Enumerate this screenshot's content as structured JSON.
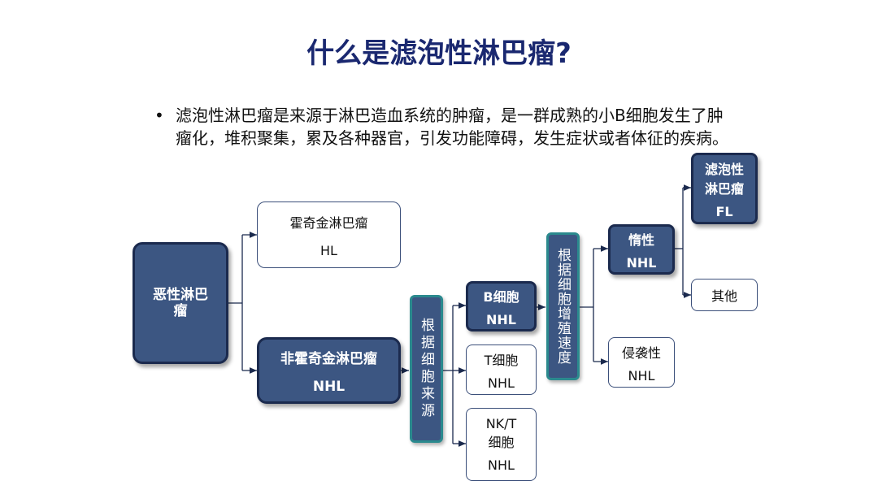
{
  "title": "什么是滤泡性淋巴瘤?",
  "bullet": {
    "symbol": "•",
    "text": "滤泡性淋巴瘤是来源于淋巴造血系统的肿瘤，是一群成熟的小B细胞发生了肿瘤化，堆积聚集，累及各种器官，引发功能障碍，发生症状或者体征的疾病。"
  },
  "nodes": {
    "malignant": {
      "line1": "恶性淋巴",
      "line2": "瘤"
    },
    "hodgkin": {
      "name": "霍奇金淋巴瘤",
      "abbr": "HL"
    },
    "nonhodgkin": {
      "name": "非霍奇金淋巴瘤",
      "abbr": "NHL"
    },
    "by_origin": "根据细胞来源",
    "b_cell": {
      "name": "B细胞",
      "abbr": "NHL"
    },
    "t_cell": {
      "name": "T细胞",
      "abbr": "NHL"
    },
    "nkt_cell": {
      "line1": "NK/T",
      "line2": "细胞",
      "abbr": "NHL"
    },
    "by_speed": "根据细胞增殖速度",
    "indolent": {
      "name": "惰性",
      "abbr": "NHL"
    },
    "aggressive": {
      "name": "侵袭性",
      "abbr": "NHL"
    },
    "fl": {
      "line1": "滤泡性",
      "line2": "淋巴瘤",
      "abbr": "FL"
    },
    "other": "其他"
  }
}
